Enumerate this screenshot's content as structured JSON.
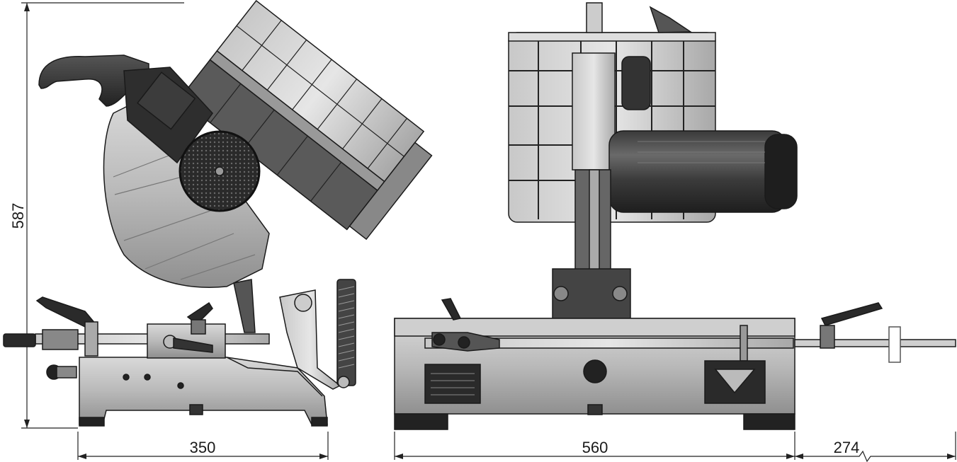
{
  "dimensions": {
    "height": "587",
    "side_depth": "350",
    "front_width": "560",
    "extension": "274"
  }
}
